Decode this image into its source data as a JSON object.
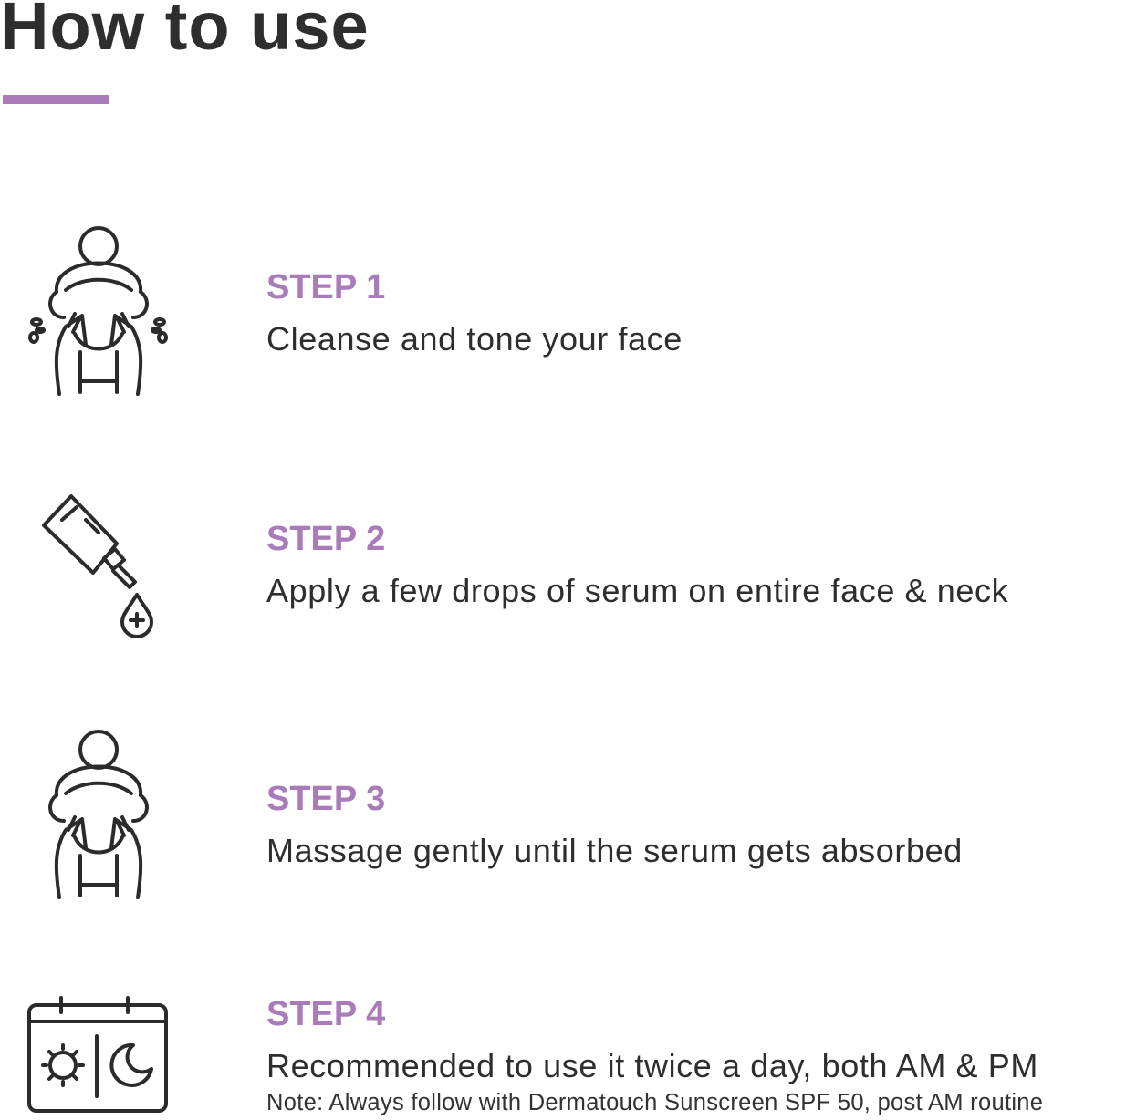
{
  "header": {
    "title": "How to use",
    "accent_color": "#a97cb9"
  },
  "steps": [
    {
      "label": "STEP 1",
      "text": "Cleanse and tone your face",
      "icon": "face-wash-icon"
    },
    {
      "label": "STEP 2",
      "text": "Apply a few drops of serum on entire face & neck",
      "icon": "serum-dropper-icon"
    },
    {
      "label": "STEP 3",
      "text": "Massage gently until the serum gets absorbed",
      "icon": "face-massage-icon"
    },
    {
      "label": "STEP 4",
      "text": "Recommended to use it twice a day, both AM & PM",
      "note": "Note: Always follow with Dermatouch Sunscreen SPF 50, post AM routine",
      "icon": "calendar-day-night-icon"
    }
  ]
}
